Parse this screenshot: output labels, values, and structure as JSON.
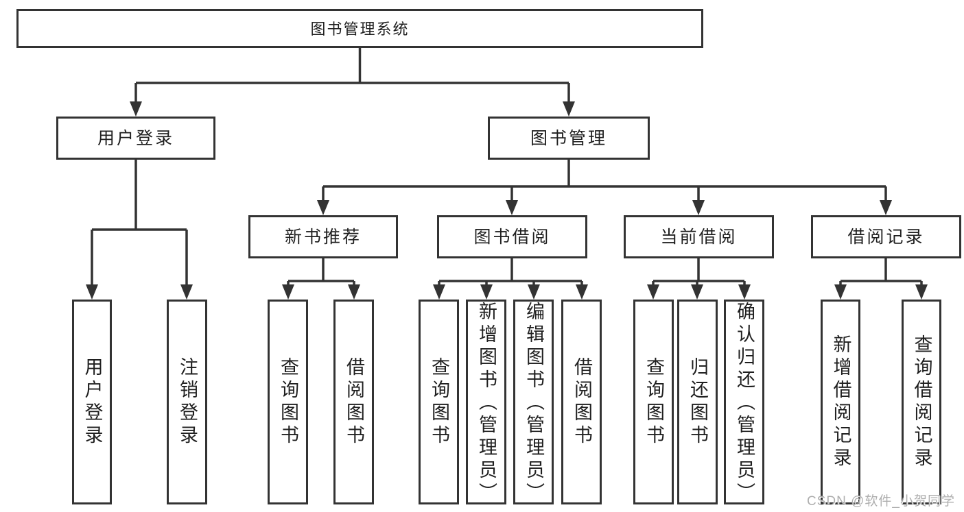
{
  "diagram_title": "图书管理系统",
  "nodes": {
    "root": "图书管理系统",
    "user_login": "用户登录",
    "book_management": "图书管理",
    "new_book_recommend": "新书推荐",
    "book_borrowing": "图书借阅",
    "current_borrowing": "当前借阅",
    "borrowing_records": "借阅记录",
    "leaf_user_login": "用户登录",
    "leaf_logout": "注销登录",
    "leaf_rec_query_books": "查询图书",
    "leaf_rec_borrow_books": "借阅图书",
    "leaf_bb_query_books": "查询图书",
    "leaf_bb_add_books_admin": "新增图书（管理员）",
    "leaf_bb_edit_books_admin": "编辑图书（管理员）",
    "leaf_bb_borrow_books": "借阅图书",
    "leaf_cb_query_books": "查询图书",
    "leaf_cb_return_books": "归还图书",
    "leaf_cb_confirm_return_admin": "确认归还（管理员）",
    "leaf_br_add_record": "新增借阅记录",
    "leaf_br_query_record": "查询借阅记录"
  },
  "watermark": "CSDN @软件_小贺同学",
  "colors": {
    "line": "#333333",
    "box_border": "#333333",
    "text": "#1f1f1f",
    "background": "#ffffff",
    "watermark_text": "#aeaeae"
  }
}
